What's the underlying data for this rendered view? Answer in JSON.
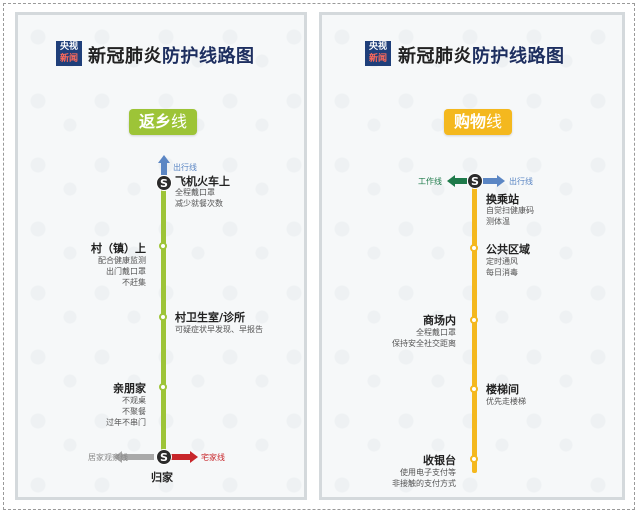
{
  "logo": {
    "line1": "央视",
    "line2": "新闻"
  },
  "title": {
    "plain": "新冠肺炎",
    "emph": "防护线路图"
  },
  "left": {
    "badge": {
      "bold": "返乡",
      "light": "线"
    },
    "top_tag": "出行线",
    "stops": [
      {
        "name": "飞机火车上",
        "notes": [
          "全程戴口罩",
          "减少就餐次数"
        ]
      },
      {
        "name": "村（镇）上",
        "notes": [
          "配合健康监测",
          "出门戴口罩",
          "不赶集"
        ]
      },
      {
        "name": "村卫生室/诊所",
        "notes": [
          "可疑症状早发现、早报告"
        ]
      },
      {
        "name": "亲朋家",
        "notes": [
          "不观桌",
          "不聚餐",
          "过年不串门"
        ]
      },
      {
        "name": "归家",
        "notes": []
      }
    ],
    "bottom_left_tag": "居家观察线",
    "bottom_right_tag": "宅家线"
  },
  "right": {
    "badge": {
      "bold": "购物",
      "light": "线"
    },
    "left_tag": "工作线",
    "right_tag": "出行线",
    "stops": [
      {
        "name": "换乘站",
        "notes": [
          "自觉扫健康码",
          "测体温"
        ]
      },
      {
        "name": "公共区域",
        "notes": [
          "定时通风",
          "每日消毒"
        ]
      },
      {
        "name": "商场内",
        "notes": [
          "全程戴口罩",
          "保持安全社交距离"
        ]
      },
      {
        "name": "楼梯间",
        "notes": [
          "优先走楼梯"
        ]
      },
      {
        "name": "收银台",
        "notes": [
          "使用电子支付等",
          "非接触的支付方式"
        ]
      }
    ]
  },
  "colors": {
    "green": "#9dc437",
    "yellow": "#f4b81e",
    "blue": "#5b86c4",
    "dark_green": "#1e7a4a",
    "gray": "#a9a9a9",
    "red": "#c8262b"
  },
  "icons": {
    "node": "transfer-station-icon"
  }
}
